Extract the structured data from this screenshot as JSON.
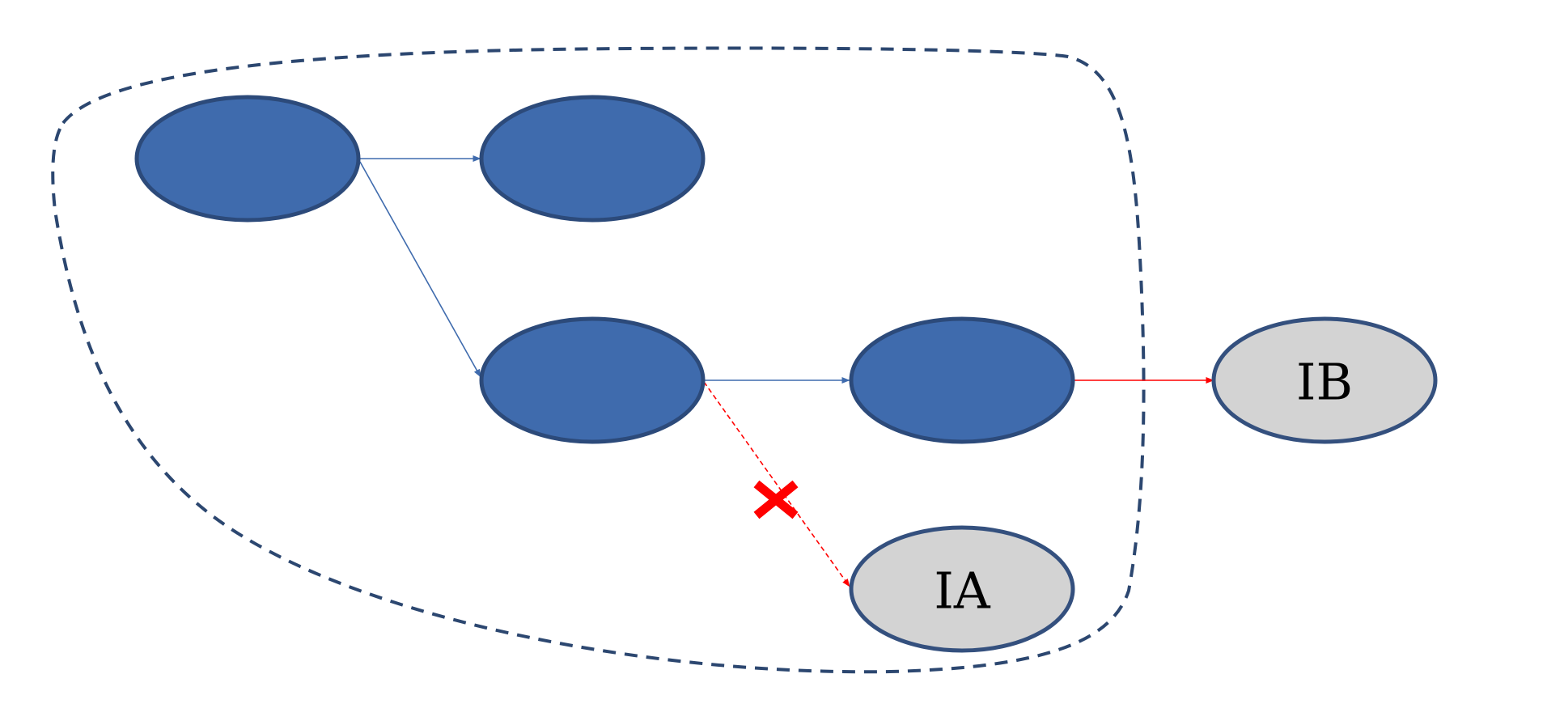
{
  "colors": {
    "node_fill": "#3F6BAD",
    "node_stroke": "#2C4A7A",
    "gray_fill": "#D3D3D3",
    "gray_stroke": "#34507E",
    "boundary": "#2C4770",
    "edge_blue": "#3F6BAD",
    "edge_red": "#FF0000"
  },
  "nodes": {
    "n1": {
      "label": ""
    },
    "n2": {
      "label": ""
    },
    "n3": {
      "label": ""
    },
    "n4": {
      "label": ""
    },
    "ia": {
      "label": "IA"
    },
    "ib": {
      "label": "IB"
    }
  },
  "edges": [
    {
      "from": "n1",
      "to": "n2",
      "style": "solid",
      "color": "blue"
    },
    {
      "from": "n1",
      "to": "n3",
      "style": "solid",
      "color": "blue"
    },
    {
      "from": "n3",
      "to": "n4",
      "style": "solid",
      "color": "blue"
    },
    {
      "from": "n4",
      "to": "ib",
      "style": "solid",
      "color": "red"
    },
    {
      "from": "n3",
      "to": "ia",
      "style": "dashed",
      "color": "red",
      "blocked": true
    }
  ],
  "icons": {
    "blocked_marker": "cross-icon"
  },
  "boundary": {
    "style": "dashed"
  }
}
